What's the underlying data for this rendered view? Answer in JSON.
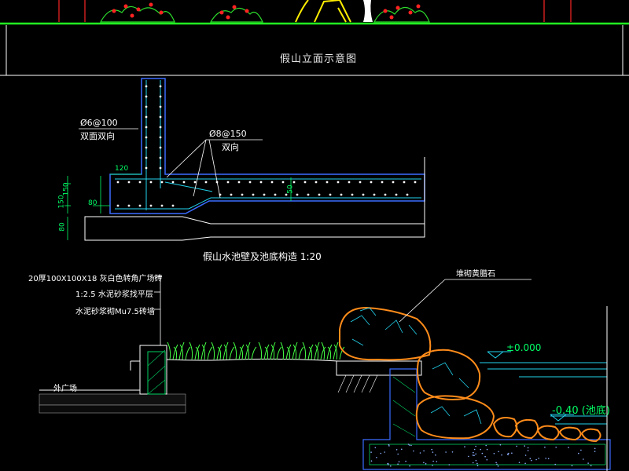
{
  "elevation": {
    "title": "假山立面示意图"
  },
  "section_detail": {
    "rebar_wall": "Ø6@100",
    "rebar_wall_note": "双面双向",
    "rebar_base": "Ø8@150",
    "rebar_base_note": "双向",
    "dims": {
      "d120": "120",
      "d150a": "150",
      "d80a": "80",
      "d150b": "150",
      "d80b": "80",
      "d50": "50"
    },
    "title": "假山水池壁及池底构造 1:20"
  },
  "edge_detail": {
    "layer_notes": [
      "20厚100X100X18 灰白色转角广场砖",
      "1:2.5  水泥砂浆找平层",
      "水泥砂浆砌Mu7.5砖墙"
    ],
    "outer_plaza": "外广场",
    "rock_label": "堆砌黄腊石",
    "water_level": "±0.000",
    "pool_bottom": "-0.40 (池底)"
  },
  "colors": {
    "background": "#000000",
    "concrete_blue": "#3a6cff",
    "cyan": "#22d3ee",
    "green": "#00ff66",
    "orange": "#ff8c1a",
    "grass": "#44ff44",
    "yellow": "#ffee00",
    "red": "#ff2222"
  }
}
